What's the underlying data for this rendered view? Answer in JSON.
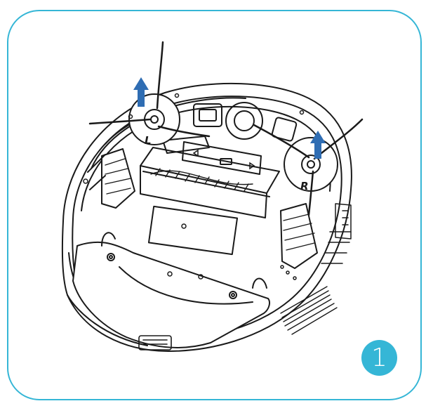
{
  "step": {
    "number": "1"
  },
  "brushes": {
    "left_label": "L",
    "right_label": "R"
  },
  "colors": {
    "accent": "#35b6d6",
    "arrow": "#2f6db3",
    "line": "#1a1a1a"
  },
  "icons": {
    "left_arrow": "arrow-up-icon",
    "right_arrow": "arrow-up-icon"
  }
}
